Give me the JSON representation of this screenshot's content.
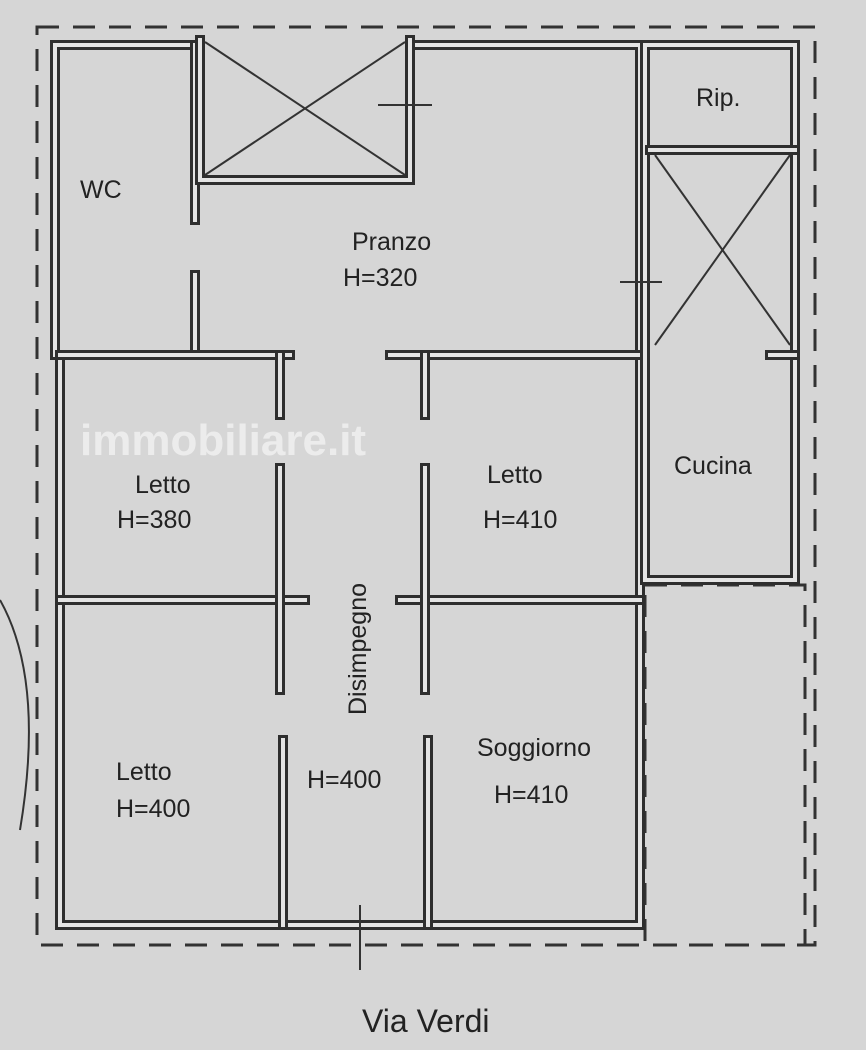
{
  "rooms": {
    "wc": {
      "name": "WC"
    },
    "pranzo": {
      "name": "Pranzo",
      "height": "H=320"
    },
    "rip": {
      "name": "Rip."
    },
    "cucina": {
      "name": "Cucina"
    },
    "letto_1": {
      "name": "Letto",
      "height": "H=380"
    },
    "letto_2": {
      "name": "Letto",
      "height": "H=410"
    },
    "disimpegno": {
      "name": "Disimpegno",
      "height": "H=400"
    },
    "letto_3": {
      "name": "Letto",
      "height": "H=400"
    },
    "soggiorno": {
      "name": "Soggiorno",
      "height": "H=410"
    }
  },
  "street": "Via Verdi",
  "watermark": "immobiliare.it",
  "colors": {
    "background": "#d6d6d6",
    "walls": "#2e2e2e"
  }
}
